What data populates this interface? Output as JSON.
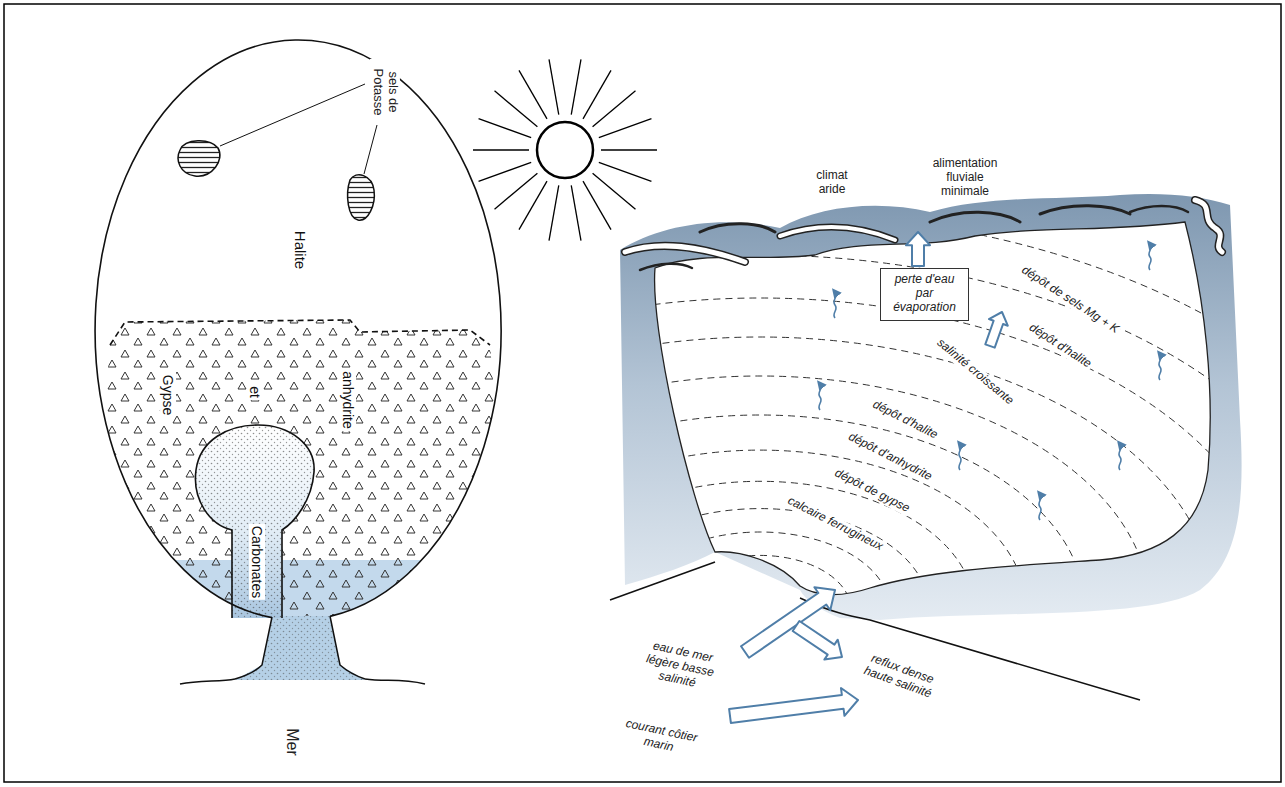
{
  "diagram": {
    "nodes": [
      {
        "text": [
          "Halite"
        ]
      },
      {
        "text": [
          "Gypse",
          "et",
          "anhydrite"
        ],
        "in": 0
      },
      {
        "text": [
          "Carbonates"
        ],
        "in": 0
      },
      {
        "text": [
          "perte d'eau par évaporation"
        ]
      }
    ],
    "labels": [
      "sels de Potasse",
      "Mer",
      "climat aride",
      "alimentation fluviale minimale",
      "dépôt de sels Mg + K",
      "dépôt d'halite",
      "salinité croissante",
      "dépôt d'halite",
      "dépôt d'anhydrite",
      "dépôt de gypse",
      "calcaire ferrugineux",
      "eau de mer légère basse salinité",
      "reflux dense haute salinité",
      "courant côtier marin"
    ]
  }
}
